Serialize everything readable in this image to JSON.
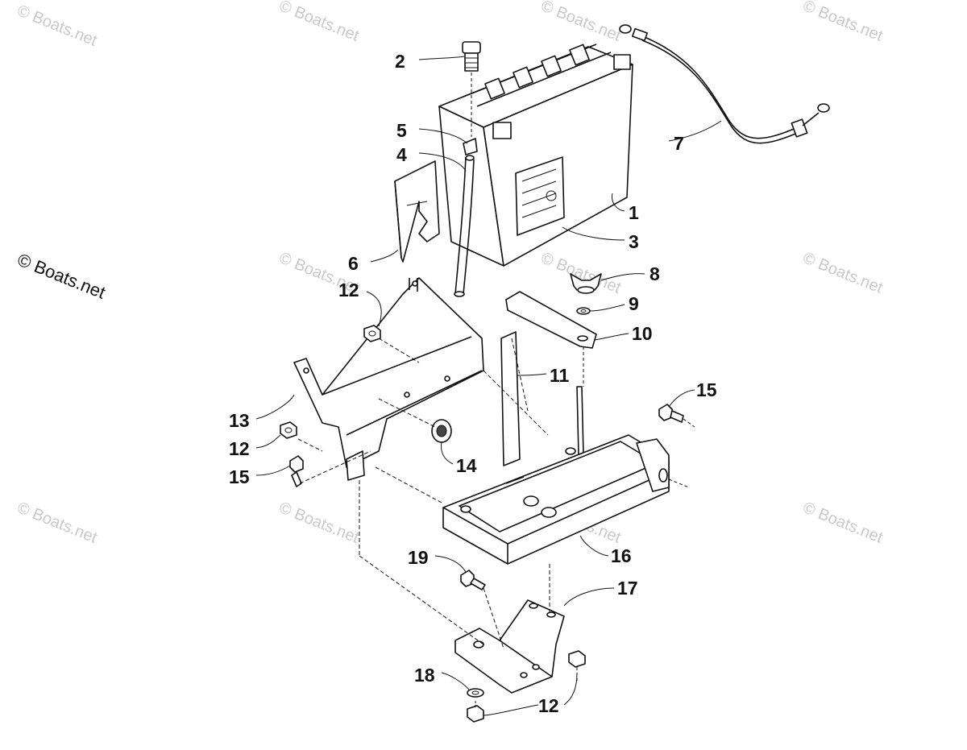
{
  "watermark": {
    "text": "© Boats.net",
    "color": "#c9c9c9"
  },
  "copyright": {
    "text": "© Boats.net"
  },
  "callouts": [
    {
      "id": "c1",
      "label": "1"
    },
    {
      "id": "c2",
      "label": "2"
    },
    {
      "id": "c3",
      "label": "3"
    },
    {
      "id": "c4",
      "label": "4"
    },
    {
      "id": "c5",
      "label": "5"
    },
    {
      "id": "c6",
      "label": "6"
    },
    {
      "id": "c7",
      "label": "7"
    },
    {
      "id": "c8",
      "label": "8"
    },
    {
      "id": "c9",
      "label": "9"
    },
    {
      "id": "c10",
      "label": "10"
    },
    {
      "id": "c11",
      "label": "11"
    },
    {
      "id": "c12a",
      "label": "12"
    },
    {
      "id": "c12b",
      "label": "12"
    },
    {
      "id": "c12c",
      "label": "12"
    },
    {
      "id": "c13",
      "label": "13"
    },
    {
      "id": "c14",
      "label": "14"
    },
    {
      "id": "c15a",
      "label": "15"
    },
    {
      "id": "c15b",
      "label": "15"
    },
    {
      "id": "c16",
      "label": "16"
    },
    {
      "id": "c17",
      "label": "17"
    },
    {
      "id": "c18",
      "label": "18"
    },
    {
      "id": "c19",
      "label": "19"
    }
  ]
}
